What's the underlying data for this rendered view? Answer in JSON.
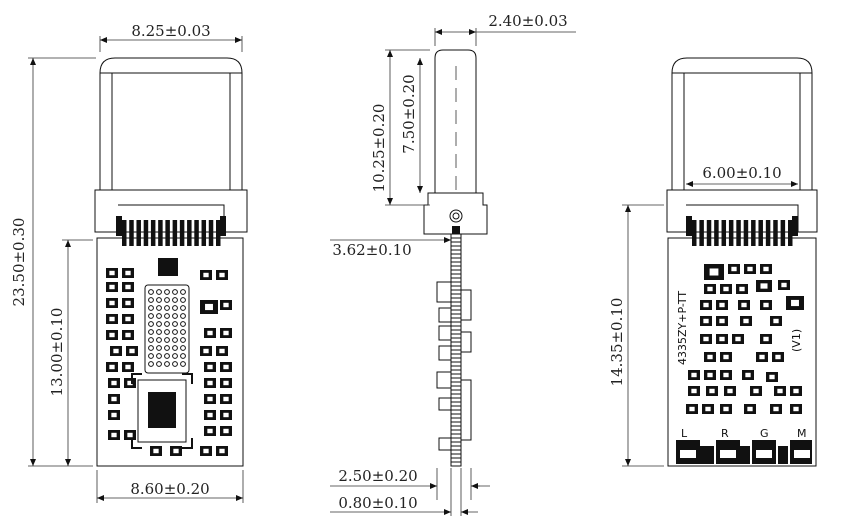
{
  "dimensions": {
    "width_top": "8.25±0.03",
    "width_bottom": "8.60±0.20",
    "length_total": "23.50±0.30",
    "length_pcb": "13.00±0.10",
    "side_tip_width": "2.40±0.03",
    "side_length_outer": "10.25±0.20",
    "side_length_inner": "7.50±0.20",
    "side_height": "3.62±0.10",
    "side_thickness_total": "2.50±0.20",
    "side_thickness_board": "0.80±0.10",
    "back_width": "6.00±0.10",
    "back_length": "14.35±0.10"
  },
  "back_markings": {
    "part_number": "4335ZY+P-TT",
    "version": "(V1)",
    "pads": [
      "L",
      "R",
      "G",
      "M"
    ]
  },
  "colors": {
    "ink": "#111111",
    "dimension_text": "#222222",
    "background": "#ffffff"
  }
}
